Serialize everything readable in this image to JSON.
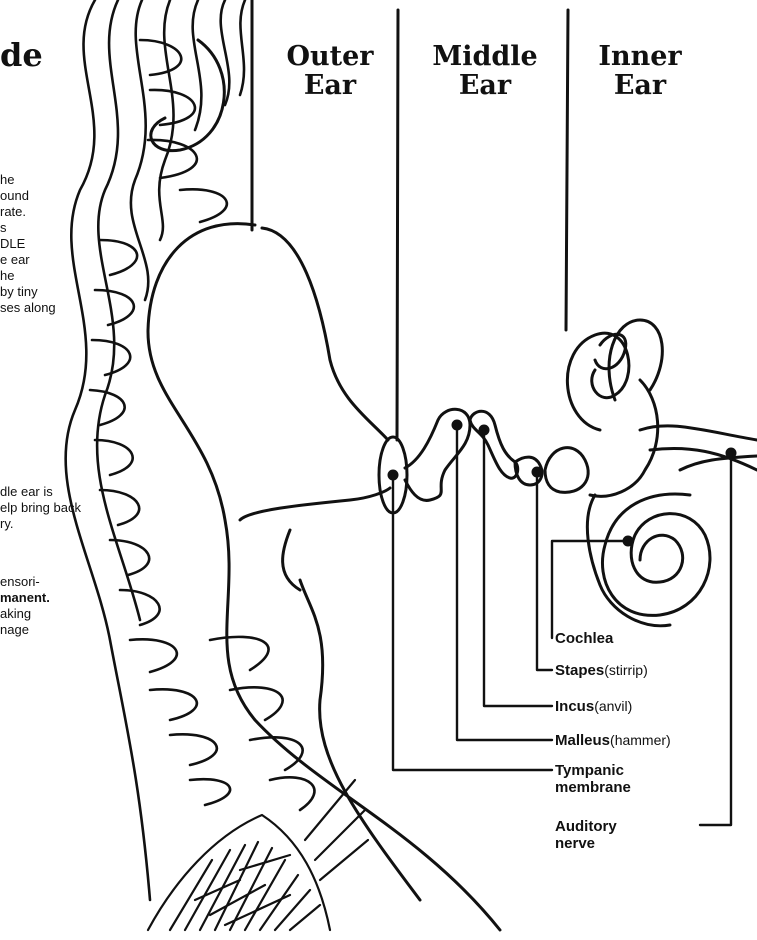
{
  "title_fragment": "de",
  "headers": {
    "outer": [
      "Outer",
      "Ear"
    ],
    "middle": [
      "Middle",
      "Ear"
    ],
    "inner": [
      "Inner",
      "Ear"
    ]
  },
  "side_text": {
    "paragraph1": [
      "he",
      "ound",
      "rate.",
      "s",
      "DLE",
      "e ear",
      "he",
      "by tiny",
      "ses along"
    ],
    "paragraph2": [
      "dle ear is",
      "elp bring back",
      "ry."
    ],
    "paragraph3": [
      "ensori-",
      "manent.",
      "aking",
      "nage"
    ]
  },
  "labels": {
    "cochlea": "Cochlea",
    "stapes": "Stapes",
    "stapes_sub": "(stirrip)",
    "incus": "Incus",
    "incus_sub": "(anvil)",
    "malleus": "Malleus",
    "malleus_sub": "(hammer)",
    "tympanic": [
      "Tympanic",
      "membrane"
    ],
    "auditory": [
      "Auditory",
      "nerve"
    ]
  }
}
